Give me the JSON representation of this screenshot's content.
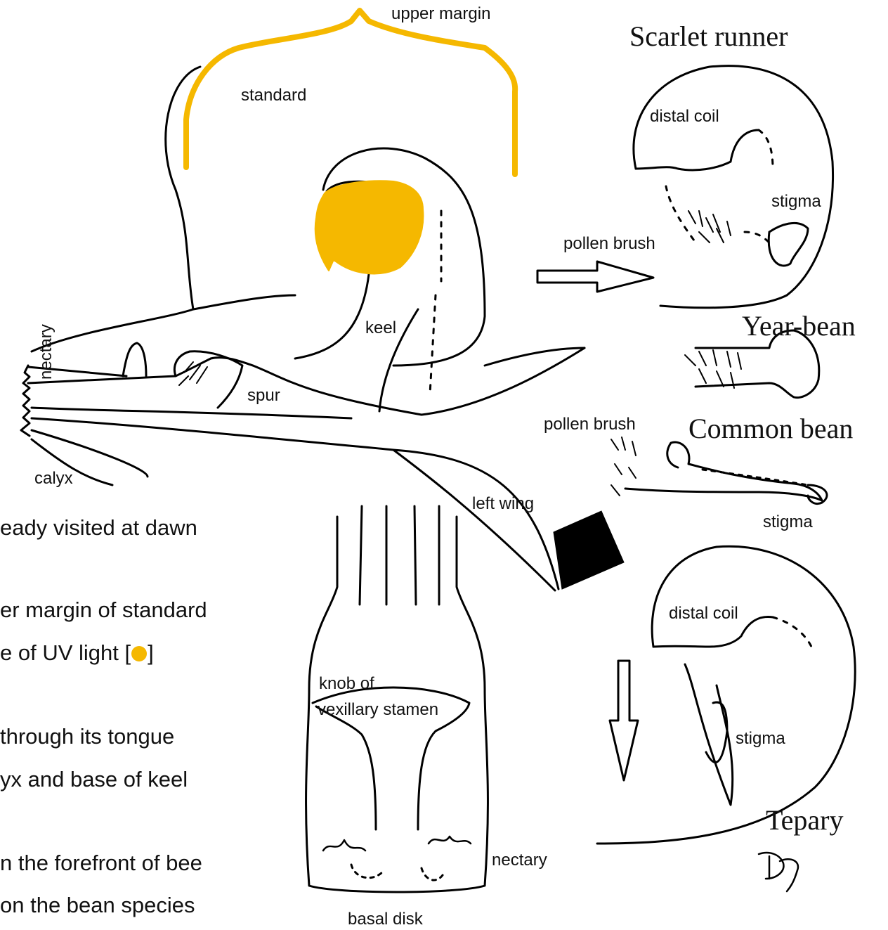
{
  "colors": {
    "uv": "#F5B800",
    "ink": "#000000",
    "background": "#FFFFFF"
  },
  "labels": {
    "upper_margin": "upper margin",
    "standard": "standard",
    "keel": "keel",
    "nectary_side": "nectary",
    "spur": "spur",
    "calyx": "calyx",
    "left_wing": "left wing",
    "knob_line1": "knob of",
    "knob_line2": "vexillary stamen",
    "nectary_bottom": "nectary",
    "basal_disk": "basal disk",
    "distal_coil_top": "distal coil",
    "stigma_top": "stigma",
    "pollen_brush_top": "pollen brush",
    "pollen_brush_mid": "pollen brush",
    "stigma_common": "stigma",
    "distal_coil_bottom": "distal coil",
    "stigma_tepary": "stigma"
  },
  "species": {
    "scarlet_runner": "Scarlet runner",
    "year_bean": "Year-bean",
    "common_bean": "Common bean",
    "tepary": "Tepary"
  },
  "signature": "DG",
  "body_text": {
    "line1": "eady visited at dawn",
    "line2": "er margin of standard",
    "line3_prefix": "e of UV light [",
    "line3_suffix": "]",
    "line4": "through its tongue",
    "line5": "yx and base of keel",
    "line6": "n the forefront of bee",
    "line7": "on the bean species"
  },
  "icons": [
    "hollow-right-arrow-icon",
    "black-down-right-arrow-icon",
    "hollow-down-arrow-icon",
    "uv-dot-icon"
  ]
}
